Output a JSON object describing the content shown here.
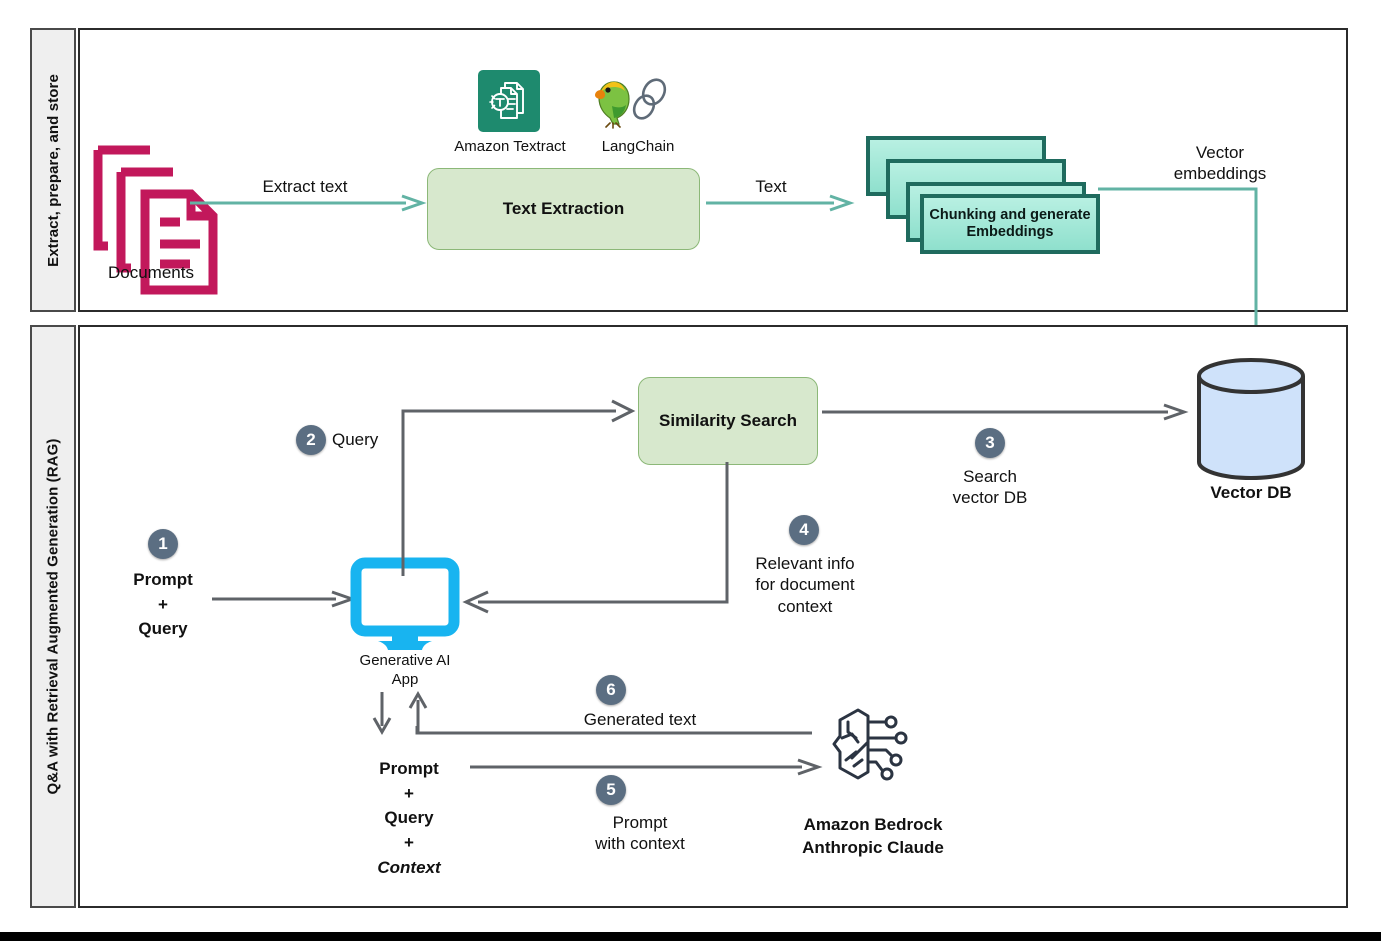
{
  "diagram": {
    "title": "RAG architecture with Amazon Textract, LangChain, Vector DB and Amazon Bedrock",
    "colors": {
      "teal_arrow": "#62b3a4",
      "gray_arrow": "#5f6368",
      "green_box_fill": "#d7e8cd",
      "green_box_border": "#8cb878",
      "chunk_border": "#1f6b5e",
      "chunk_fill": "#9ce6d3",
      "documents_icon": "#c2185b",
      "monitor_icon": "#18b4f0",
      "vector_db_fill": "#cfe2fa",
      "vector_db_border": "#333333",
      "badge_fill": "#5b6e82",
      "textract_tile": "#1e8a6e",
      "panel_border": "#2b2b2b",
      "panel_label_fill": "#efefef"
    },
    "panels": [
      {
        "id": "extract",
        "label": "Extract, prepare, and store"
      },
      {
        "id": "rag",
        "label": "Q&A with Retrieval Augmented Generation (RAG)"
      }
    ]
  },
  "extract_panel": {
    "documents_label": "Documents",
    "extract_text_label": "Extract text",
    "textract_label": "Amazon Textract",
    "langchain_label": "LangChain",
    "text_extraction_box": "Text Extraction",
    "text_label": "Text",
    "chunking_box": "Chunking and generate Embeddings",
    "chunking_box_line1": "Chunking and generate",
    "chunking_box_line2": "Embeddings",
    "vector_embeddings_label_line1": "Vector",
    "vector_embeddings_label_line2": "embeddings"
  },
  "rag_panel": {
    "similarity_search_box": "Similarity Search",
    "vector_db_label": "Vector DB",
    "gen_ai_app_line1": "Generative AI",
    "gen_ai_app_line2": "App",
    "bedrock_line1": "Amazon Bedrock",
    "bedrock_line2": "Anthropic Claude",
    "prompt_query": {
      "line1": "Prompt",
      "line2": "+",
      "line3": "Query"
    },
    "prompt_query_context": {
      "line1": "Prompt",
      "line2": "+",
      "line3": "Query",
      "line4": "+",
      "line5": "Context"
    },
    "steps": [
      {
        "number": "1",
        "label": ""
      },
      {
        "number": "2",
        "label": "Query"
      },
      {
        "number": "3",
        "label_line1": "Search",
        "label_line2": "vector DB"
      },
      {
        "number": "4",
        "label_line1": "Relevant info",
        "label_line2": "for document",
        "label_line3": "context"
      },
      {
        "number": "5",
        "label_line1": "Prompt",
        "label_line2": "with context"
      },
      {
        "number": "6",
        "label": "Generated text"
      }
    ]
  }
}
